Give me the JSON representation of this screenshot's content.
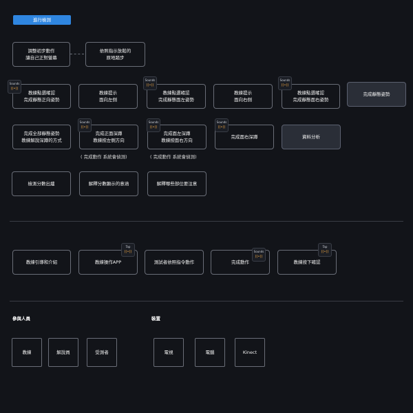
{
  "header": {
    "badge": "進行檢測"
  },
  "flow": {
    "adjust": "調整初步動作\n讓自己正對螢幕",
    "follow": "依照指示放鬆的\n原地踏步",
    "coach_front": "教練點選確認\n完成靜態正向姿勢",
    "hint_left": "教練提示\n面向左側",
    "coach_left": "教練點選確認\n完成靜態面左姿勢",
    "hint_right": "教練提示\n面向右側",
    "coach_right": "教練點選確認\n完成靜態面右姿勢",
    "static_done": "完成靜態姿勢",
    "all_static": "完成全部靜態姿勢\n教練解說深蹲的方式",
    "squat_front": "完成正面深蹲\n教練按左側方向",
    "squat_left": "完成面左深蹲\n教練按面右方向",
    "squat_right": "完成面右深蹲",
    "analysis": "資料分析",
    "note_front": "( 完成動作 系統會偵測)",
    "note_left": "( 完成動作 系統會偵測)",
    "score": "檢測分數出爐",
    "explain_score": "解釋分數顯示的意涵",
    "explain_parts": "解釋哪些部位要注意"
  },
  "tags": {
    "sounds": "Sounds",
    "tap": "Tap",
    "sound_icon": "((•))",
    "tap_icon": "((•))"
  },
  "flow2": {
    "intro": "教練引導和介紹",
    "app": "教練操作APP",
    "tester": "測試者依照指令動作",
    "done": "完成動作",
    "confirm": "教練按下確認"
  },
  "participants": {
    "title": "參與人員",
    "items": [
      "教練",
      "解說員",
      "受測者"
    ]
  },
  "devices": {
    "title": "裝置",
    "items": [
      "電視",
      "電腦",
      "Kinect"
    ]
  },
  "colors": {
    "accent": "#2f86e0",
    "background": "#121419",
    "sound_icon": "#f0a640"
  }
}
